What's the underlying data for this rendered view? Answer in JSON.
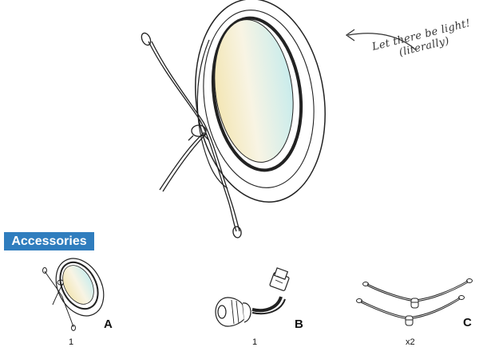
{
  "main_product": {
    "annotation_line1": "Let there be light!",
    "annotation_line2": "(literally)"
  },
  "accessories": {
    "title": "Accessories",
    "items": [
      {
        "letter": "A",
        "quantity": "1"
      },
      {
        "letter": "B",
        "quantity": "1"
      },
      {
        "letter": "C",
        "quantity": "x2"
      }
    ]
  }
}
